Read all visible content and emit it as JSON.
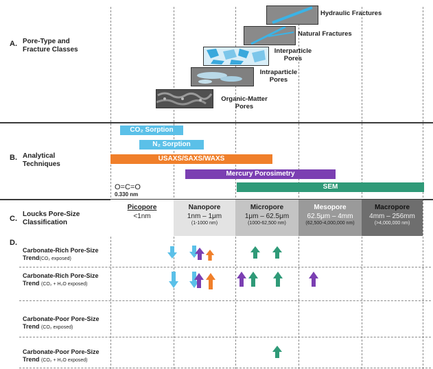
{
  "section_a": {
    "letter": "A.",
    "title": "Pore-Type and Fracture Classes",
    "classes": [
      {
        "label": "Hydraulic Fractures"
      },
      {
        "label": "Natural Fractures"
      },
      {
        "label": "Interparticle Pores"
      },
      {
        "label": "Intraparticle Pores"
      },
      {
        "label": "Organic-Matter Pores"
      }
    ]
  },
  "section_b": {
    "letter": "B.",
    "title": "Analytical Techniques",
    "techniques": [
      {
        "label": "CO₂ Sorption",
        "color": "#5bc0e8"
      },
      {
        "label": "N₂ Sorption",
        "color": "#5bc0e8"
      },
      {
        "label": "USAXS/SAXS/WAXS",
        "color": "#f07f2a"
      },
      {
        "label": "Mercury Porosimetry",
        "color": "#7b3fb2"
      },
      {
        "label": "SEM",
        "color": "#2f9a78"
      }
    ],
    "molecule": "O=C=O",
    "molecule_size": "0.330 nm"
  },
  "section_c": {
    "letter": "C.",
    "title": "Loucks Pore-Size Classification",
    "classes": [
      {
        "name": "Picopore",
        "range": "<1nm",
        "detail": ""
      },
      {
        "name": "Nanopore",
        "range": "1nm – 1μm",
        "detail": "(1-1000 nm)"
      },
      {
        "name": "Micropore",
        "range": "1μm – 62.5μm",
        "detail": "(1000-62,500 nm)"
      },
      {
        "name": "Mesopore",
        "range": "62.5μm – 4mm",
        "detail": "(62,500-4,000,000 nm)"
      },
      {
        "name": "Macropore",
        "range": "4mm – 256mm",
        "detail": "(>4,000,000 nm)"
      }
    ]
  },
  "section_d": {
    "letter": "D.",
    "rows": [
      {
        "title": "Carbonate-Rich Pore-Size",
        "title2": "Trend",
        "note": "(CO₂ exposed)"
      },
      {
        "title": "Carbonate-Rich Pore-Size",
        "title2": "Trend",
        "note": "(CO₂ + H₂O exposed)"
      },
      {
        "title": "Carbonate-Poor Pore-Size",
        "title2": "Trend",
        "note": "(CO₂ exposed)"
      },
      {
        "title": "Carbonate-Poor Pore-Size",
        "title2": "Trend",
        "note": "(CO₂ + H₂O exposed)"
      }
    ]
  },
  "colors": {
    "blue": "#5bc0e8",
    "orange": "#f07f2a",
    "purple": "#7b3fb2",
    "green": "#2f9a78"
  }
}
